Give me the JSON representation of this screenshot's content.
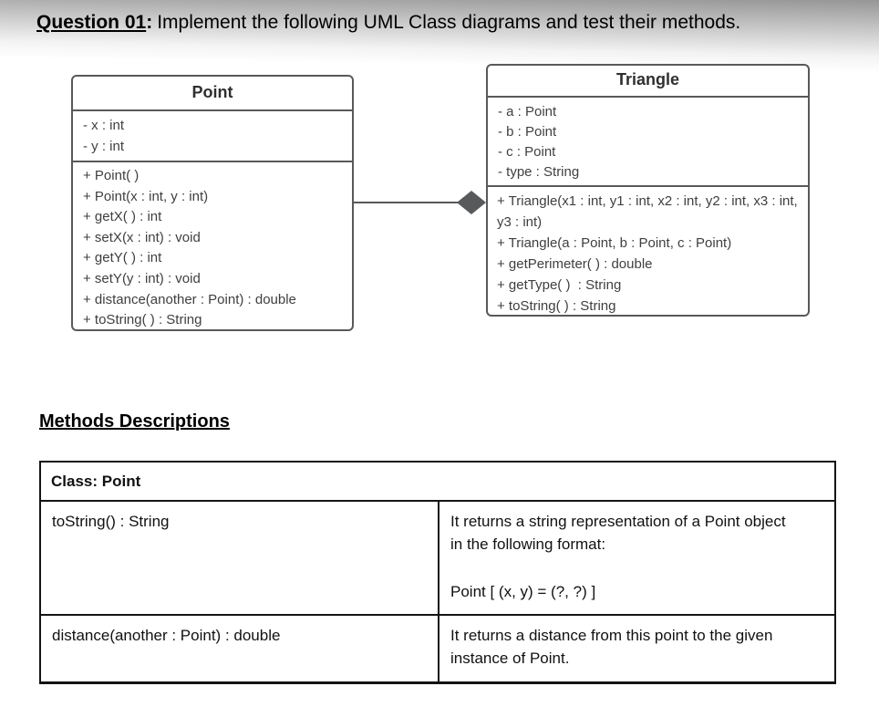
{
  "header": {
    "label": "Question 01",
    "separator": ":",
    "text": "Implement the following UML Class diagrams and test their methods."
  },
  "diagram": {
    "point": {
      "title": "Point",
      "attributes": [
        "- x : int",
        "- y : int"
      ],
      "methods": [
        "+ Point( )",
        "+ Point(x : int, y : int)",
        "+ getX( ) : int",
        "+ setX(x : int) : void",
        "+ getY( ) : int",
        "+ setY(y : int) : void",
        "+ distance(another : Point) : double",
        "+ toString( ) : String"
      ]
    },
    "triangle": {
      "title": "Triangle",
      "attributes": [
        "- a : Point",
        "- b : Point",
        "- c : Point",
        "- type : String"
      ],
      "methods": [
        "+ Triangle(x1 : int, y1 : int, x2 : int, y2 : int, x3 : int, y3 : int)",
        "+ Triangle(a : Point, b : Point, c : Point)",
        "+ getPerimeter( ) : double",
        "+ getType( )  : String",
        "+ toString( ) : String"
      ]
    },
    "relationship": {
      "type": "composition",
      "owner": "Triangle",
      "part": "Point"
    }
  },
  "methods_section": {
    "heading": "Methods Descriptions",
    "table": {
      "header": "Class: Point",
      "rows": [
        {
          "method": "toString() : String",
          "description": "It returns a string representation of a Point object in the following format:",
          "format_example": "Point [ (x, y) = (?, ?) ]"
        },
        {
          "method": "distance(another : Point) : double",
          "description": "It returns a distance from this point to the given instance of Point."
        }
      ]
    }
  },
  "colors": {
    "background_top": "#969696",
    "background": "#ffffff",
    "uml_border": "#58595b",
    "uml_text": "#3f3f3f",
    "table_border": "#141414",
    "text": "#111111"
  }
}
